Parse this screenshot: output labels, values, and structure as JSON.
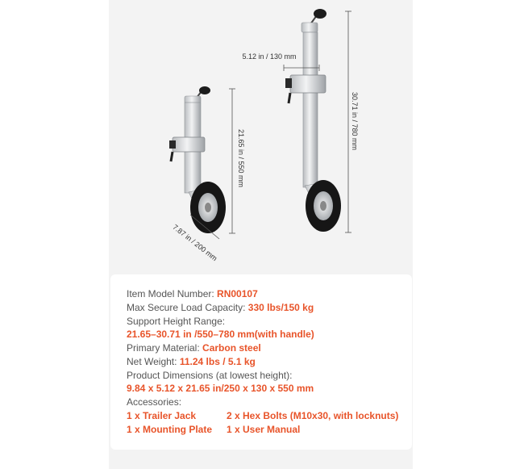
{
  "dimensions": {
    "small_height": "21.65 in / 550 mm",
    "small_wheel": "7.87 in / 200 mm",
    "large_offset": "5.12 in / 130 mm",
    "large_height": "30.71 in / 780 mm"
  },
  "specs": {
    "model_label": "Item Model Number:",
    "model_value": "RN00107",
    "load_label": "Max Secure Load Capacity:",
    "load_value": "330 lbs/150 kg",
    "height_label": "Support Height Range:",
    "height_value": "21.65–30.71 in /550–780 mm(with handle)",
    "material_label": "Primary Material:",
    "material_value": "Carbon steel",
    "weight_label": "Net Weight:",
    "weight_value": "11.24 lbs / 5.1 kg",
    "dims_label": "Product Dimensions (at lowest height):",
    "dims_value": "9.84 x 5.12 x 21.65 in/250 x 130 x 550 mm",
    "accessories_label": "Accessories:",
    "accessories": [
      "1 x Trailer Jack",
      "2 x Hex Bolts (M10x30, with locknuts)",
      "1 x Mounting Plate",
      "1 x User Manual"
    ]
  },
  "colors": {
    "accent": "#e8542a",
    "panel_bg": "#f3f3f3"
  }
}
